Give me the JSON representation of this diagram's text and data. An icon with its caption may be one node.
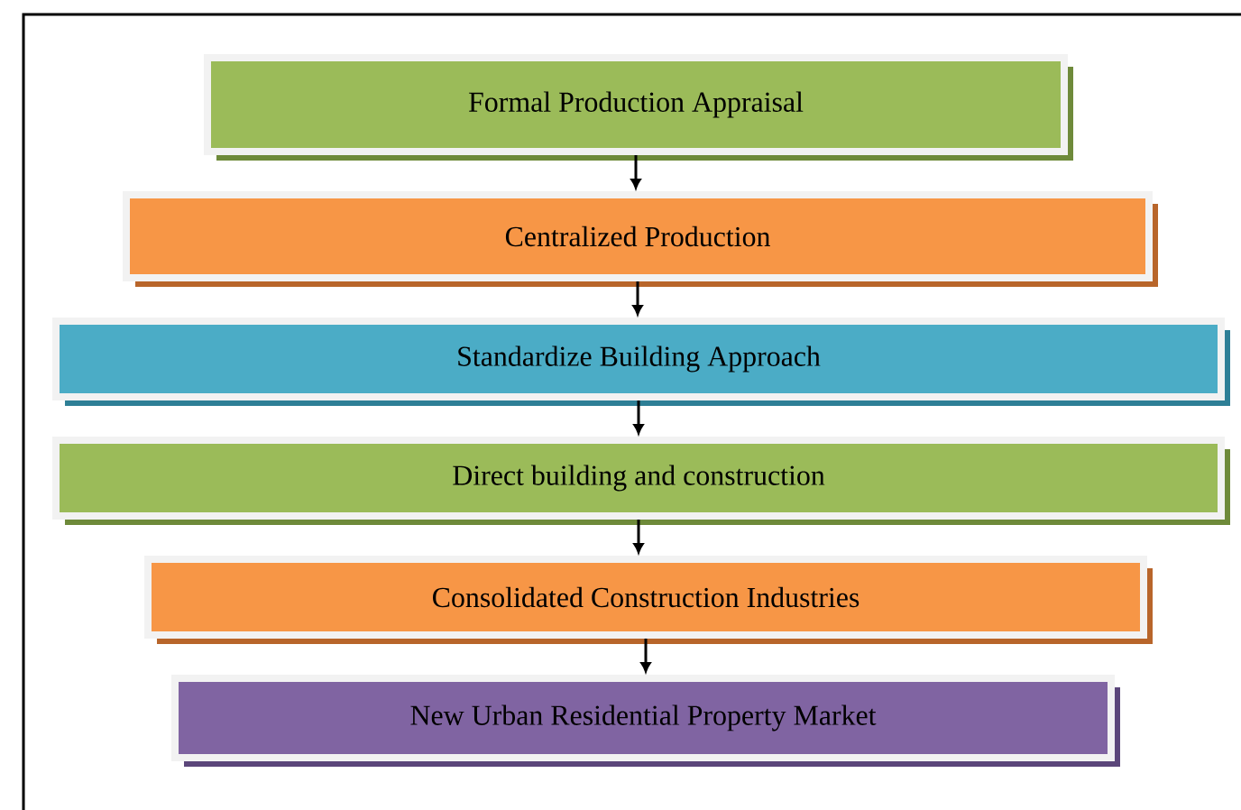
{
  "diagram": {
    "nodes": [
      {
        "text": [
          "Formal Production Appraisal"
        ]
      },
      {
        "text": [
          "Centralized Production"
        ]
      },
      {
        "text": [
          "Standardize Building Approach"
        ]
      },
      {
        "text": [
          "Direct building and construction"
        ]
      },
      {
        "text": [
          "Consolidated Construction Industries"
        ]
      },
      {
        "text": [
          "New Urban Residential Property Market"
        ]
      }
    ],
    "edges": [
      {
        "from": 0,
        "to": 1,
        "arrow": "to"
      },
      {
        "from": 1,
        "to": 2,
        "arrow": "to"
      },
      {
        "from": 2,
        "to": 3,
        "arrow": "to"
      },
      {
        "from": 3,
        "to": 4,
        "arrow": "to"
      },
      {
        "from": 4,
        "to": 5,
        "arrow": "to"
      }
    ]
  }
}
